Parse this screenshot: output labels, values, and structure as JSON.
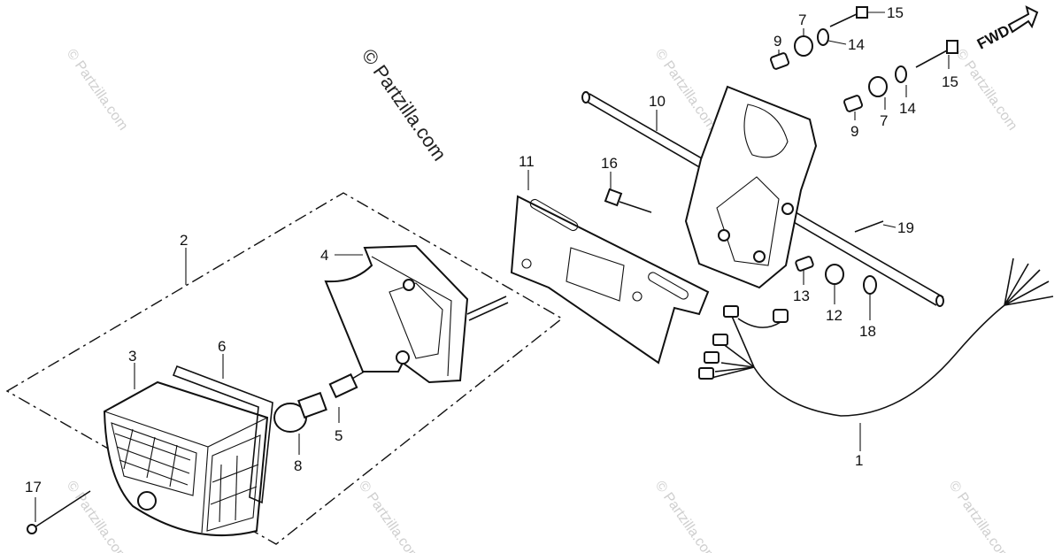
{
  "watermark": {
    "main": "© Partzilla.com",
    "faded": "© Partzilla.com"
  },
  "direction_label": "FWD",
  "callouts": {
    "c1": "1",
    "c2": "2",
    "c3": "3",
    "c4": "4",
    "c5": "5",
    "c6": "6",
    "c7a": "7",
    "c7b": "7",
    "c8": "8",
    "c9a": "9",
    "c9b": "9",
    "c10": "10",
    "c11": "11",
    "c12": "12",
    "c13": "13",
    "c14a": "14",
    "c14b": "14",
    "c15a": "15",
    "c15b": "15",
    "c16": "16",
    "c17": "17",
    "c18": "18",
    "c19": "19"
  }
}
